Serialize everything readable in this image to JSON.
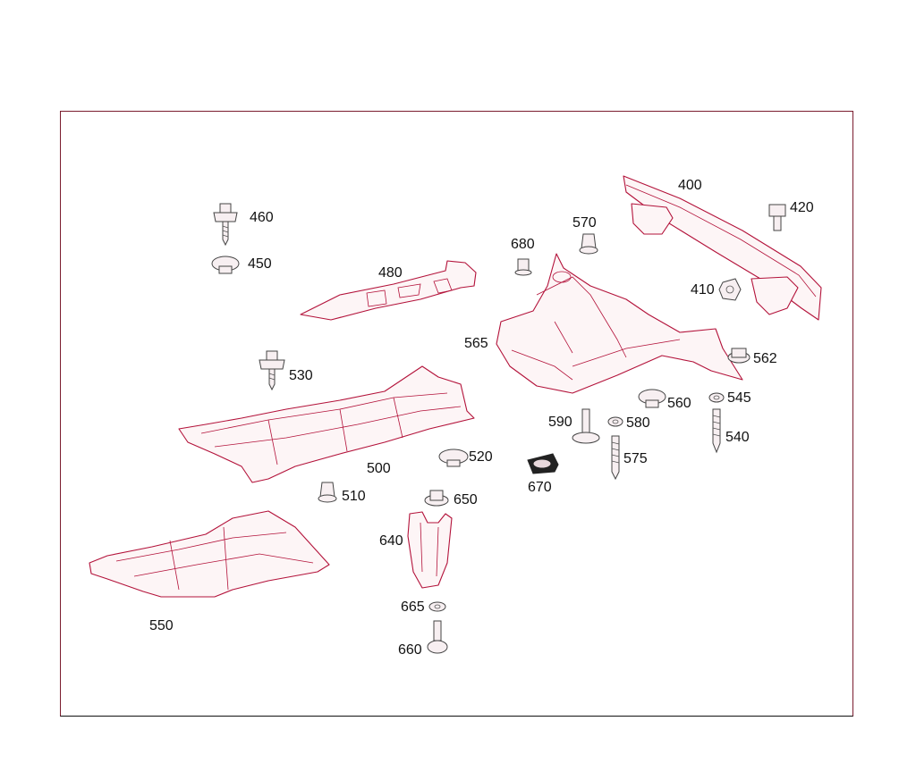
{
  "colors": {
    "frame": "#7a1c2e",
    "part_stroke": "#b3123a",
    "part_fill": "#fdf5f6",
    "label": "#111111"
  },
  "labels": {
    "p400": "400",
    "p420": "420",
    "p410": "410",
    "p460": "460",
    "p450": "450",
    "p480": "480",
    "p570": "570",
    "p680": "680",
    "p565": "565",
    "p562": "562",
    "p530": "530",
    "p560": "560",
    "p545": "545",
    "p590": "590",
    "p580": "580",
    "p540": "540",
    "p500": "500",
    "p520": "520",
    "p575": "575",
    "p670": "670",
    "p510": "510",
    "p650": "650",
    "p640": "640",
    "p550": "550",
    "p665": "665",
    "p660": "660"
  }
}
